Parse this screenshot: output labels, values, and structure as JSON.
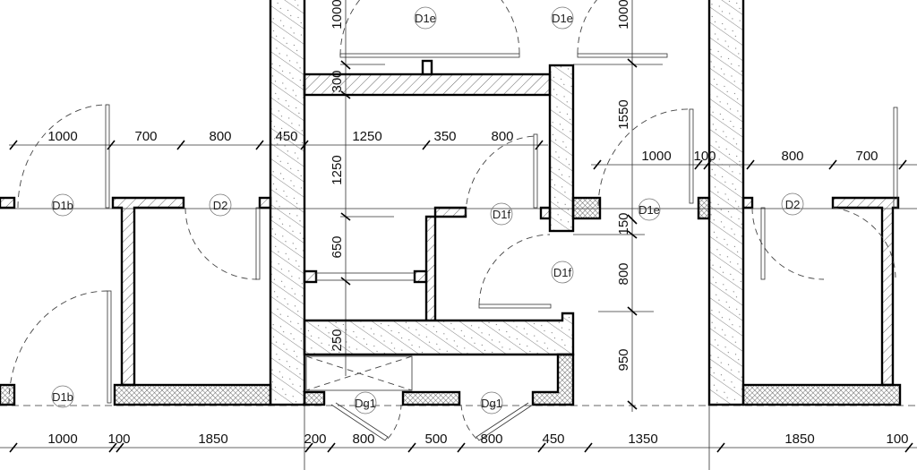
{
  "drawing": {
    "colors": {
      "line": "#000000",
      "hatch": "#555555",
      "background": "#ffffff"
    },
    "door_tags": [
      "D1e",
      "D1e",
      "D1b",
      "D2",
      "D1f",
      "D1e",
      "D2",
      "D1f",
      "D1b",
      "Dg1",
      "Dg1"
    ],
    "top_dimensions_left": [
      "1000",
      "700",
      "800",
      "450",
      "1250",
      "350",
      "800"
    ],
    "top_dimensions_right": [
      "1000",
      "100",
      "800",
      "700"
    ],
    "bottom_dimensions": [
      "1000",
      "100",
      "1850",
      "200",
      "800",
      "500",
      "800",
      "450",
      "1350",
      "1850",
      "100"
    ],
    "vertical_dimensions_left": [
      "1000",
      "300",
      "1250",
      "650",
      "250"
    ],
    "vertical_dimensions_right": [
      "1000",
      "1550",
      "150",
      "800",
      "950"
    ]
  }
}
